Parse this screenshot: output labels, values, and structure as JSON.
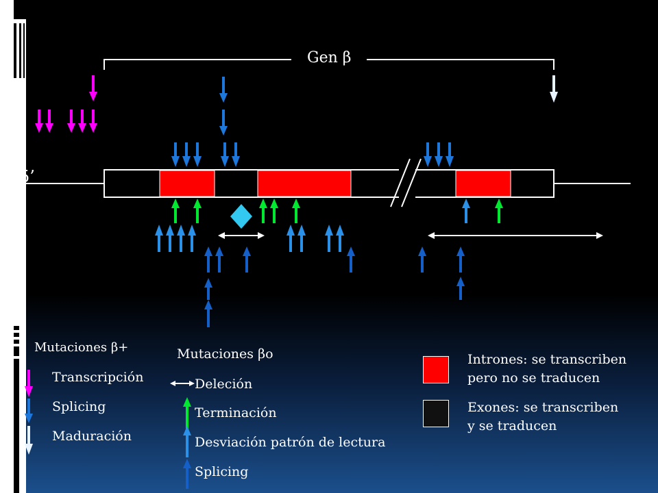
{
  "gene_label": "Gen β",
  "five_prime_label": "5’",
  "legend_beta_plus": {
    "title": "Mutaciones β+",
    "items": [
      "Transcripción",
      "Splicing",
      "Maduración"
    ]
  },
  "legend_beta_zero": {
    "title": "Mutaciones βo",
    "items": [
      "Deleción",
      "Terminación",
      "Desviación patrón de lectura",
      "Splicing"
    ]
  },
  "legend_regions": {
    "introns": "Intrones: se transcriben\npero no se traducen",
    "exons": "Exones: se transcriben\ny se traducen"
  },
  "colors": {
    "transcription": "#ff00ff",
    "splicing_plus": "#1e78dc",
    "maduration": "#e8f4ff",
    "termination": "#00e830",
    "reading_frame": "#2a90e8",
    "splicing_zero": "#1560c8",
    "intron": "#ff0000",
    "exon": "#000000",
    "diamond": "#33c8f0"
  }
}
